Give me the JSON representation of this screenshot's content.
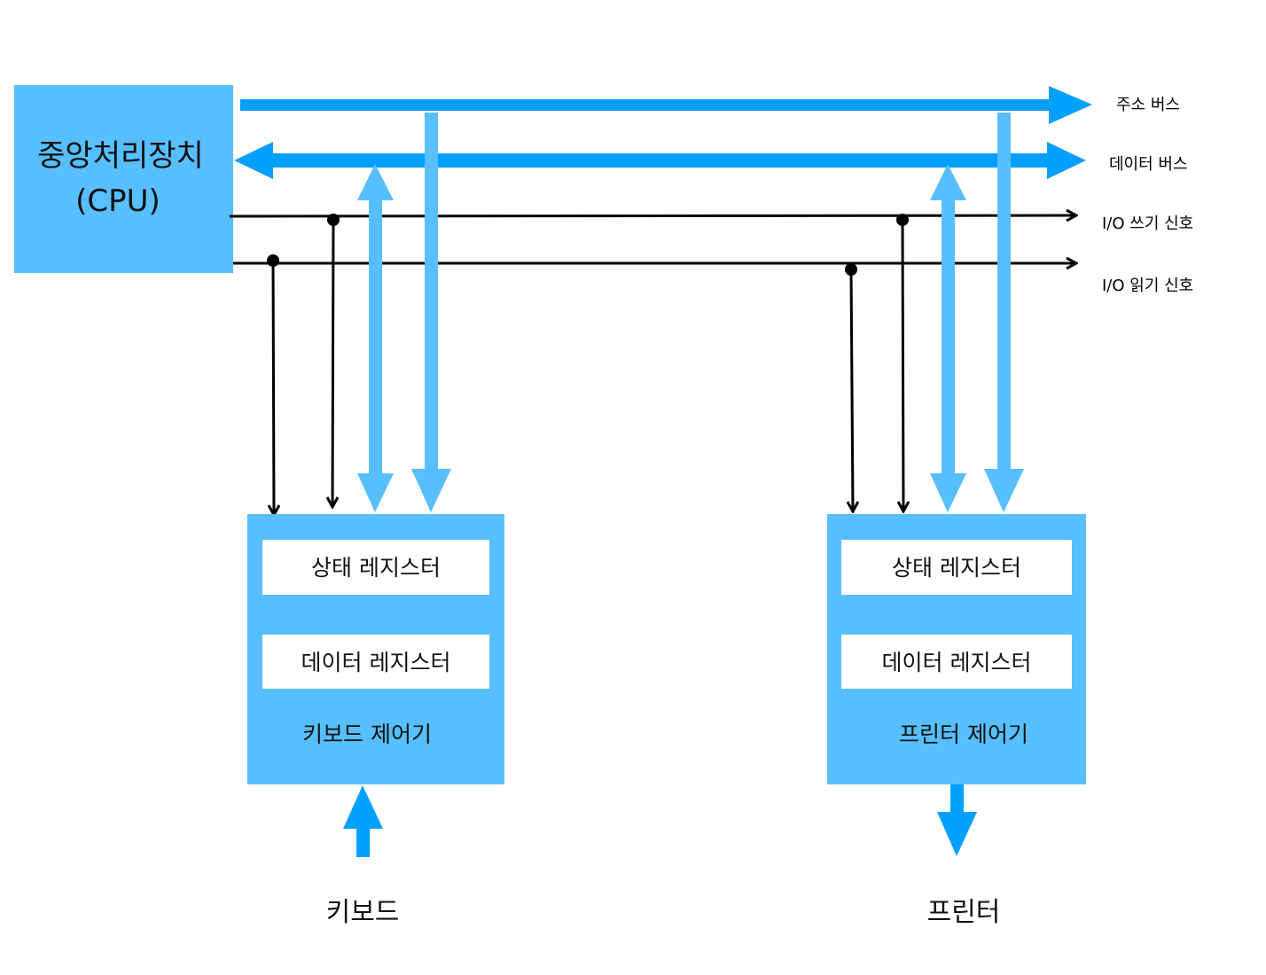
{
  "cpu": {
    "line1": "중앙처리장치",
    "line2": "(CPU)"
  },
  "bus_labels": {
    "address": "주소 버스",
    "data": "데이터 버스",
    "io_write": "I/O 쓰기 신호",
    "io_read": "I/O 읽기 신호"
  },
  "keyboard_controller": {
    "status_register": "상태 레지스터",
    "data_register": "데이터 레지스터",
    "name": "키보드 제어기",
    "device": "키보드"
  },
  "printer_controller": {
    "status_register": "상태 레지스터",
    "data_register": "데이터 레지스터",
    "name": "프린터 제어기",
    "device": "프린터"
  },
  "colors": {
    "bus_blue": "#03A0FF",
    "box_blue": "#58BFFF",
    "signal_black": "#000000",
    "register_fill": "#FFFFFF"
  }
}
